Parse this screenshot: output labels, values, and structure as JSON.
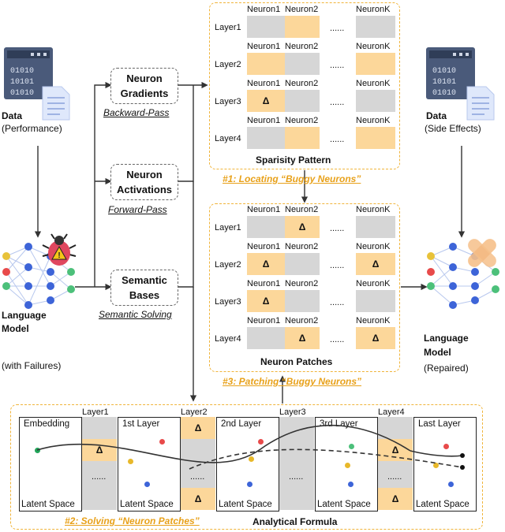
{
  "left_data": {
    "title": "Data",
    "sub": "(Performance)"
  },
  "right_data": {
    "title": "Data",
    "sub": "(Side Effects)"
  },
  "left_model": {
    "l1": "Language",
    "l2": "Model",
    "l3": "(with Failures)"
  },
  "right_model": {
    "l1": "Language",
    "l2": "Model",
    "l3": "(Repaired)"
  },
  "pills": {
    "gradients": {
      "l1": "Neuron",
      "l2": "Gradients",
      "caption": "Backward-Pass"
    },
    "activations": {
      "l1": "Neuron",
      "l2": "Activations",
      "caption": "Forward-Pass"
    },
    "bases": {
      "l1": "Semantic",
      "l2": "Bases",
      "caption": "Semantic Solving"
    }
  },
  "sparsity": {
    "title": "Sparisity Pattern",
    "caption": "#1: Locating “Buggy Neurons”",
    "layers": [
      "Layer1",
      "Layer2",
      "Layer3",
      "Layer4"
    ],
    "neurons": [
      "Neuron1",
      "Neuron2",
      "NeuronK"
    ],
    "dots": "......",
    "delta": "Δ"
  },
  "patches": {
    "title": "Neuron Patches",
    "caption": "#3: Patching “Buggy Neurons”",
    "layers": [
      "Layer1",
      "Layer2",
      "Layer3",
      "Layer4"
    ],
    "neurons": [
      "Neuron1",
      "Neuron2",
      "NeuronK"
    ],
    "dots": "......",
    "delta": "Δ"
  },
  "formula": {
    "title": "Analytical Formula",
    "caption": "#2: Solving “Neuron Patches”",
    "panels": [
      {
        "top": "Embedding",
        "bottom": "Latent Space"
      },
      {
        "top": "1st Layer",
        "bottom": "Latent Space"
      },
      {
        "top": "2nd Layer",
        "bottom": "Latent Space"
      },
      {
        "top": "3rd Layer",
        "bottom": "Latent Space"
      },
      {
        "top": "Last Layer",
        "bottom": "Latent Space"
      }
    ],
    "layer_labels": [
      "Layer1",
      "Layer2",
      "Layer3",
      "Layer4"
    ],
    "dots": "......",
    "delta": "Δ"
  },
  "binary_rows": [
    "01010",
    "10101",
    "01010"
  ]
}
